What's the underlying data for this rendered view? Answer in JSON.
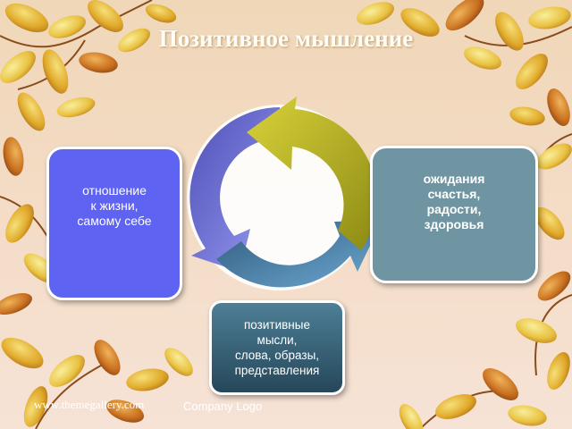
{
  "slide": {
    "title": "Позитивное мышление",
    "boxes": {
      "left": "отношение\nк жизни,\nсамому себе",
      "right": "ожидания\nсчастья,\nрадости,\nздоровья",
      "bottom": "позитивные\nмысли,\nслова, образы,\nпредставления"
    },
    "footer": {
      "url": "www.themegallery.com",
      "logo": "Company Logo"
    },
    "colors": {
      "left_box": "#5e63f1",
      "right_box": "#6f95a3",
      "bottom_box": "#3a6478",
      "arrow_yellow": "#c9c322",
      "arrow_purple": "#7e80e8",
      "arrow_blue": "#5f98c3"
    }
  }
}
